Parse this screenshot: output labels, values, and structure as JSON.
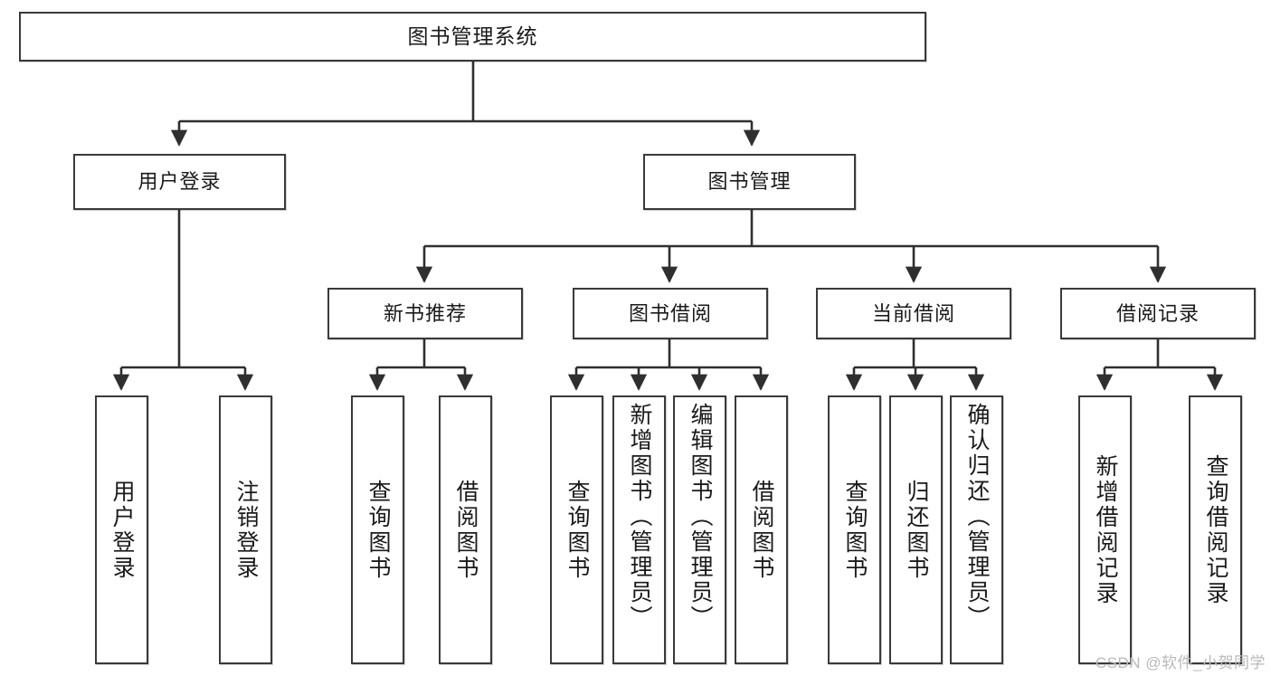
{
  "diagram": {
    "type": "tree-hierarchy",
    "title": "图书管理系统",
    "watermark": "CSDN @软件_小贺同学",
    "colors": {
      "box_border": "#3a3a3a",
      "box_fill": "#ffffff",
      "connector": "#2f2f2f",
      "text": "#1a1a1a",
      "watermark": "#b9b9b9"
    },
    "nodes": {
      "root": {
        "label": "图书管理系统"
      },
      "level2": [
        {
          "id": "user-login",
          "label": "用户登录"
        },
        {
          "id": "book-manage",
          "label": "图书管理"
        }
      ],
      "level3": [
        {
          "id": "new-book-rec",
          "label": "新书推荐"
        },
        {
          "id": "book-borrow",
          "label": "图书借阅"
        },
        {
          "id": "current-borrow",
          "label": "当前借阅"
        },
        {
          "id": "borrow-record",
          "label": "借阅记录"
        }
      ],
      "leaves": {
        "user-login": [
          {
            "id": "leaf-user-login",
            "label": "用户登录"
          },
          {
            "id": "leaf-logout",
            "label": "注销登录"
          }
        ],
        "new-book-rec": [
          {
            "id": "leaf-query-book-1",
            "label": "查询图书"
          },
          {
            "id": "leaf-borrow-book-1",
            "label": "借阅图书"
          }
        ],
        "book-borrow": [
          {
            "id": "leaf-query-book-2",
            "label": "查询图书"
          },
          {
            "id": "leaf-add-book",
            "label": "新增图书（管理员）"
          },
          {
            "id": "leaf-edit-book",
            "label": "编辑图书（管理员）"
          },
          {
            "id": "leaf-borrow-book-2",
            "label": "借阅图书"
          }
        ],
        "current-borrow": [
          {
            "id": "leaf-query-book-3",
            "label": "查询图书"
          },
          {
            "id": "leaf-return-book",
            "label": "归还图书"
          },
          {
            "id": "leaf-confirm-return",
            "label": "确认归还（管理员）"
          }
        ],
        "borrow-record": [
          {
            "id": "leaf-add-record",
            "label": "新增借阅记录"
          },
          {
            "id": "leaf-query-record",
            "label": "查询借阅记录"
          }
        ]
      }
    }
  }
}
